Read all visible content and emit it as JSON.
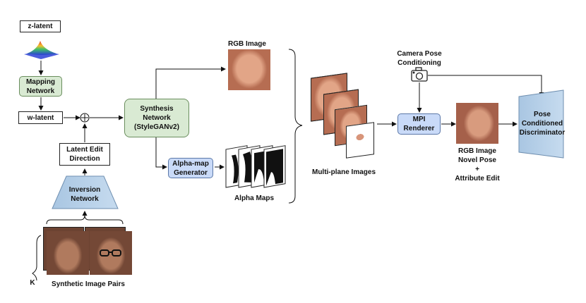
{
  "labels": {
    "z_latent": "z-latent",
    "mapping_network": [
      "Mapping",
      "Network"
    ],
    "w_latent": "w-latent",
    "latent_edit_direction": [
      "Latent Edit",
      "Direction"
    ],
    "inversion_network": [
      "Inversion",
      "Network"
    ],
    "k": "K",
    "synthetic_image_pairs": "Synthetic Image Pairs",
    "synthesis_network": [
      "Synthesis",
      "Network",
      "(StyleGANv2)"
    ],
    "rgb_image": "RGB Image",
    "alpha_map_generator": [
      "Alpha-map",
      "Generator"
    ],
    "alpha_maps": "Alpha Maps",
    "multi_plane_images": "Multi-plane Images",
    "camera_pose_conditioning": [
      "Camera Pose",
      "Conditioning"
    ],
    "mpi_renderer": [
      "MPI",
      "Renderer"
    ],
    "rgb_novel_pose": [
      "RGB Image",
      "Novel Pose",
      "+",
      "Attribute Edit"
    ],
    "pose_discriminator": [
      "Pose",
      "Conditioned",
      "Discriminator"
    ],
    "sum_symbol": "⊕"
  },
  "icons": {
    "camera": "camera-icon",
    "gaussian": "gaussian-surface-icon"
  },
  "colors": {
    "green_fill": "#d9ead3",
    "blue_fill": "#c9daf8",
    "trapezoid_fill": "#b7cfe4"
  }
}
